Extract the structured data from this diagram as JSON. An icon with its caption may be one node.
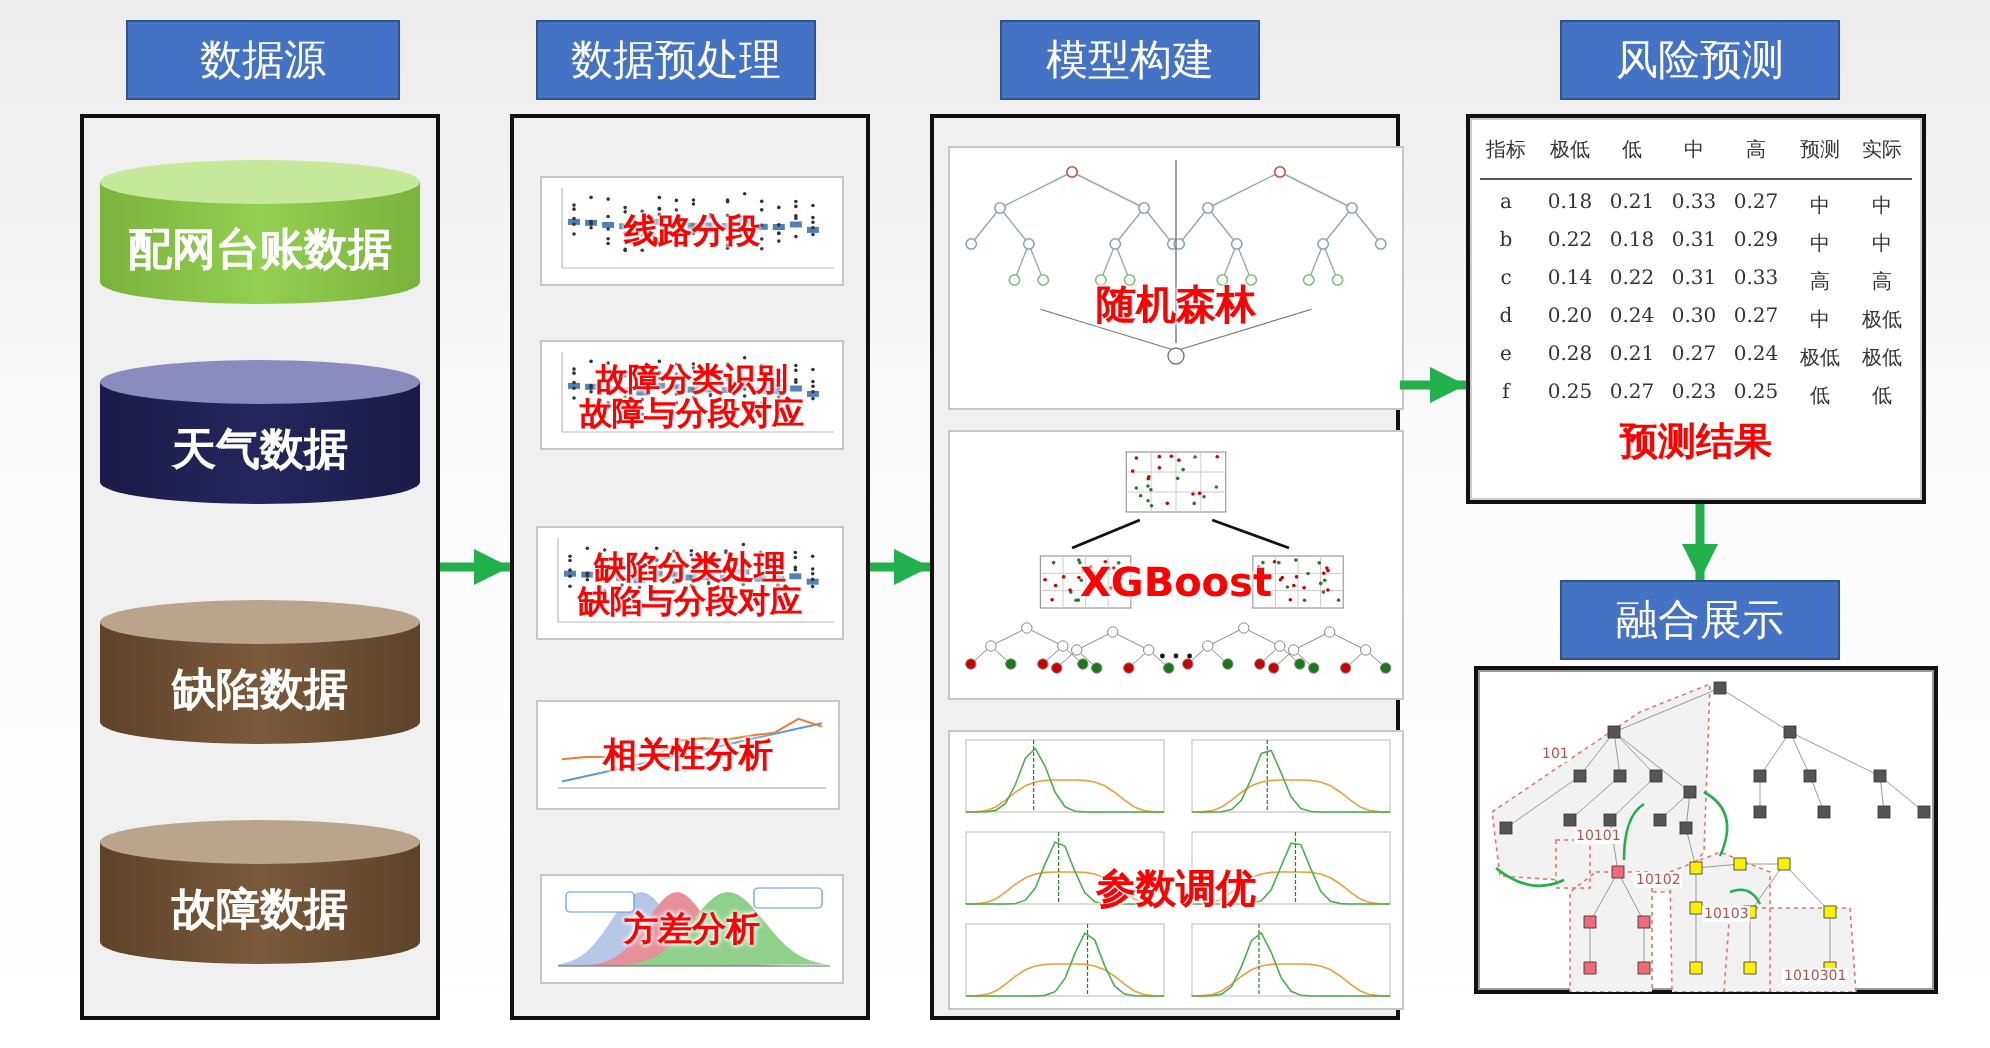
{
  "diagram": {
    "nodes": [
      {
        "text": [
          "数据源"
        ]
      },
      {
        "text": [
          "配网台账数据"
        ],
        "in": 0
      },
      {
        "text": [
          "天气数据"
        ],
        "in": 0
      },
      {
        "text": [
          "缺陷数据"
        ],
        "in": 0
      },
      {
        "text": [
          "故障数据"
        ],
        "in": 0
      },
      {
        "text": [
          "数据预处理"
        ]
      },
      {
        "text": [
          "线路分段"
        ],
        "in": 5
      },
      {
        "text": [
          "故障分类识别",
          "故障与分段对应"
        ],
        "in": 5
      },
      {
        "text": [
          "缺陷分类处理",
          "缺陷与分段对应"
        ],
        "in": 5
      },
      {
        "text": [
          "相关性分析"
        ],
        "in": 5
      },
      {
        "text": [
          "方差分析"
        ],
        "in": 5
      },
      {
        "text": [
          "模型构建"
        ]
      },
      {
        "text": [
          "随机森林"
        ],
        "in": 11
      },
      {
        "text": [
          "XGBoost"
        ],
        "in": 11
      },
      {
        "text": [
          "参数调优"
        ],
        "in": 11
      },
      {
        "text": [
          "风险预测",
          "预测结果"
        ]
      },
      {
        "text": [
          "融合展示"
        ]
      }
    ],
    "edges": [
      {
        "from": 0,
        "to": 5,
        "arrow": "to"
      },
      {
        "from": 5,
        "to": 11,
        "arrow": "to"
      },
      {
        "from": 11,
        "to": 15,
        "arrow": "to"
      },
      {
        "from": 15,
        "to": 16,
        "arrow": "to"
      }
    ],
    "labels": [
      "指标",
      "极低",
      "低",
      "中",
      "高",
      "预测",
      "实际",
      "a",
      "0.18",
      "0.21",
      "0.33",
      "0.27",
      "中",
      "中",
      "b",
      "0.22",
      "0.18",
      "0.31",
      "0.29",
      "中",
      "中",
      "c",
      "0.14",
      "0.22",
      "0.31",
      "0.33",
      "高",
      "高",
      "d",
      "0.20",
      "0.24",
      "0.30",
      "0.27",
      "中",
      "极低",
      "e",
      "0.28",
      "0.21",
      "0.27",
      "0.24",
      "极低",
      "极低",
      "f",
      "0.25",
      "0.27",
      "0.23",
      "0.25",
      "低",
      "低",
      "101",
      "10101",
      "10102",
      "10103",
      "1010301"
    ]
  }
}
